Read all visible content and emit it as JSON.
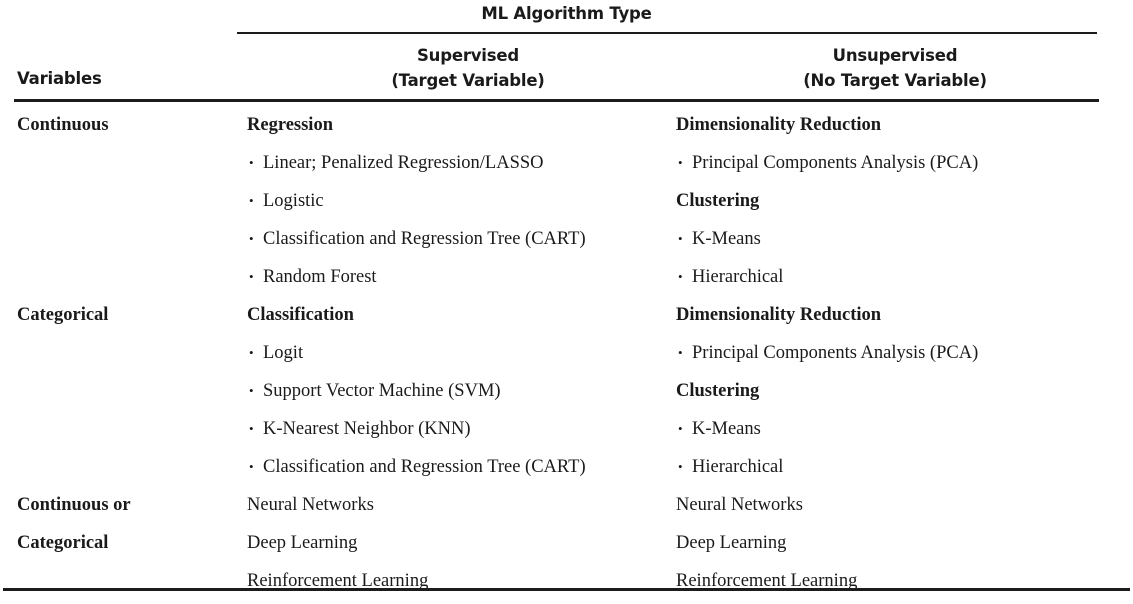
{
  "table": {
    "group_header": "ML Algorithm Type",
    "stub_header": "Variables",
    "column_headers": [
      {
        "line1": "Supervised",
        "line2": "(Target Variable)"
      },
      {
        "line1": "Unsupervised",
        "line2": "(No Target Variable)"
      }
    ],
    "rows": [
      {
        "variable": "Continuous",
        "supervised": {
          "text": "Regression",
          "style": "bold"
        },
        "unsupervised": {
          "text": "Dimensionality Reduction",
          "style": "bold"
        }
      },
      {
        "variable": "",
        "supervised": {
          "text": "Linear; Penalized Regression/LASSO",
          "style": "bullet"
        },
        "unsupervised": {
          "text": "Principal Components Analysis (PCA)",
          "style": "bullet"
        }
      },
      {
        "variable": "",
        "supervised": {
          "text": "Logistic",
          "style": "bullet"
        },
        "unsupervised": {
          "text": "Clustering",
          "style": "bold"
        }
      },
      {
        "variable": "",
        "supervised": {
          "text": "Classification and Regression Tree (CART)",
          "style": "bullet"
        },
        "unsupervised": {
          "text": "K-Means",
          "style": "bullet"
        }
      },
      {
        "variable": "",
        "supervised": {
          "text": "Random Forest",
          "style": "bullet"
        },
        "unsupervised": {
          "text": "Hierarchical",
          "style": "bullet"
        }
      },
      {
        "variable": "Categorical",
        "supervised": {
          "text": "Classification",
          "style": "bold"
        },
        "unsupervised": {
          "text": "Dimensionality Reduction",
          "style": "bold"
        }
      },
      {
        "variable": "",
        "supervised": {
          "text": "Logit",
          "style": "bullet"
        },
        "unsupervised": {
          "text": "Principal Components Analysis (PCA)",
          "style": "bullet"
        }
      },
      {
        "variable": "",
        "supervised": {
          "text": "Support Vector Machine (SVM)",
          "style": "bullet"
        },
        "unsupervised": {
          "text": "Clustering",
          "style": "bold"
        }
      },
      {
        "variable": "",
        "supervised": {
          "text": "K-Nearest Neighbor (KNN)",
          "style": "bullet"
        },
        "unsupervised": {
          "text": "K-Means",
          "style": "bullet"
        }
      },
      {
        "variable": "",
        "supervised": {
          "text": "Classification and Regression Tree (CART)",
          "style": "bullet"
        },
        "unsupervised": {
          "text": "Hierarchical",
          "style": "bullet"
        }
      },
      {
        "variable": "Continuous or",
        "supervised": {
          "text": "Neural Networks",
          "style": "plain"
        },
        "unsupervised": {
          "text": "Neural Networks",
          "style": "plain"
        }
      },
      {
        "variable": "Categorical",
        "supervised": {
          "text": "Deep Learning",
          "style": "plain"
        },
        "unsupervised": {
          "text": "Deep Learning",
          "style": "plain"
        }
      },
      {
        "variable": "",
        "supervised": {
          "text": "Reinforcement Learning",
          "style": "plain"
        },
        "unsupervised": {
          "text": "Reinforcement Learning",
          "style": "plain"
        }
      }
    ]
  },
  "colors": {
    "ink": "#1a1a1a",
    "rule": "#1c1c1c",
    "background": "#ffffff"
  }
}
